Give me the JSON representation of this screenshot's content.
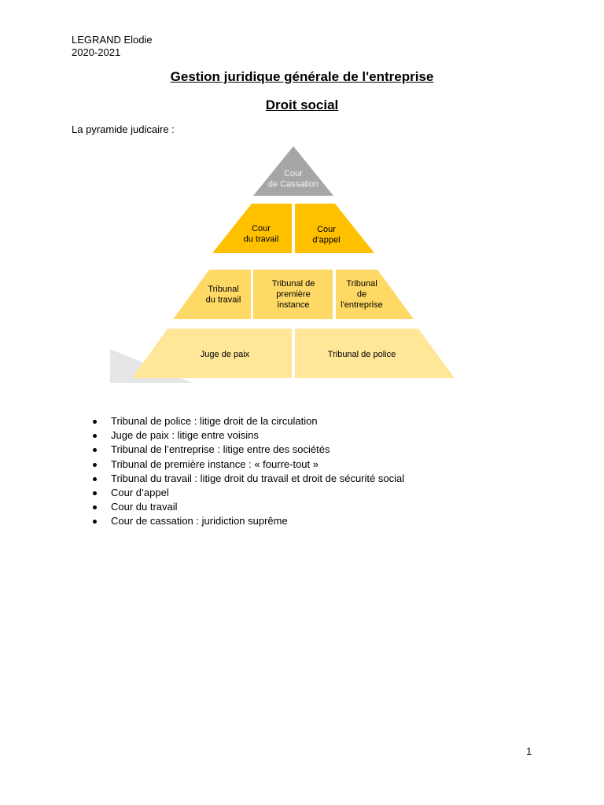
{
  "header": {
    "author": "LEGRAND Elodie",
    "year": "2020-2021"
  },
  "title": "Gestion juridique générale de l'entreprise",
  "subtitle": "Droit social",
  "intro": "La pyramide judicaire :",
  "pyramid": {
    "colors": {
      "top": "#A6A6A6",
      "tier2": "#FFC000",
      "tier3": "#FFD966",
      "tier4": "#FFE699",
      "shadow": "#E7E6E6",
      "top_text": "#F2F2F2"
    },
    "tiers": [
      {
        "cells": [
          {
            "lines": [
              "Cour",
              "de Cassation"
            ]
          }
        ]
      },
      {
        "cells": [
          {
            "lines": [
              "Cour",
              "du travail"
            ]
          },
          {
            "lines": [
              "Cour",
              "d'appel"
            ]
          }
        ]
      },
      {
        "cells": [
          {
            "lines": [
              "Tribunal",
              "du travail"
            ]
          },
          {
            "lines": [
              "Tribunal de",
              "première",
              "instance"
            ]
          },
          {
            "lines": [
              "Tribunal",
              "de",
              "l'entreprise"
            ]
          }
        ]
      },
      {
        "cells": [
          {
            "lines": [
              "Juge de paix"
            ]
          },
          {
            "lines": [
              "Tribunal de police"
            ]
          }
        ]
      }
    ]
  },
  "bullets": [
    "Tribunal de police : litige droit de la circulation",
    "Juge de paix : litige entre voisins",
    "Tribunal de l’entreprise : litige entre des sociétés",
    "Tribunal de première instance : « fourre-tout »",
    "Tribunal du travail : litige droit du travail et droit de sécurité social",
    "Cour d’appel",
    "Cour du travail",
    "Cour de cassation : juridiction suprême"
  ],
  "page_number": "1"
}
